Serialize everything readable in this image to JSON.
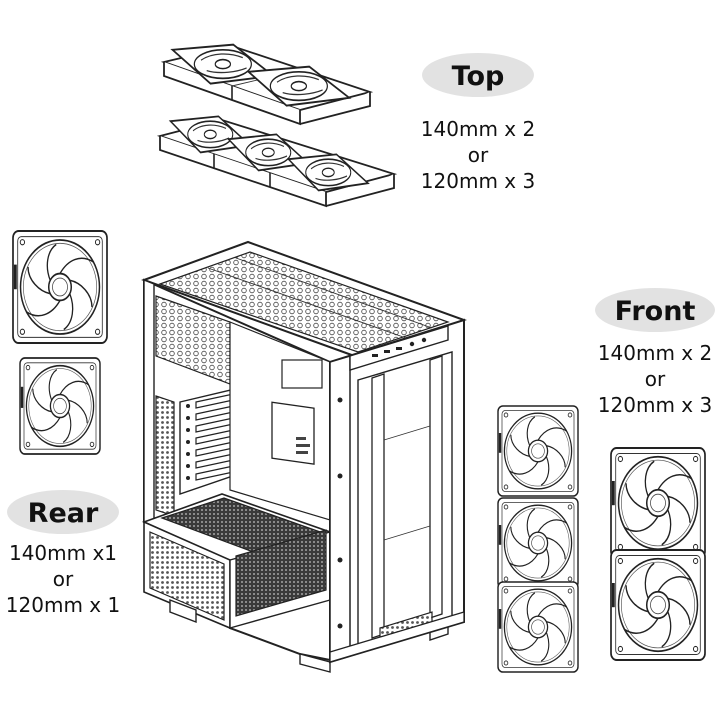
{
  "labels": {
    "top": {
      "title": "Top",
      "line1": "140mm x 2",
      "line2": "or",
      "line3": "120mm x 3"
    },
    "front": {
      "title": "Front",
      "line1": "140mm x 2",
      "line2": "or",
      "line3": "120mm x 3"
    },
    "rear": {
      "title": "Rear",
      "line1": "140mm x1",
      "line2": "or",
      "line3": "120mm x 1"
    }
  },
  "colors": {
    "pill": "#e2e2e2",
    "line": "#222222",
    "background": "#ffffff"
  },
  "icons": [
    "fan-icon",
    "pc-case-icon"
  ]
}
